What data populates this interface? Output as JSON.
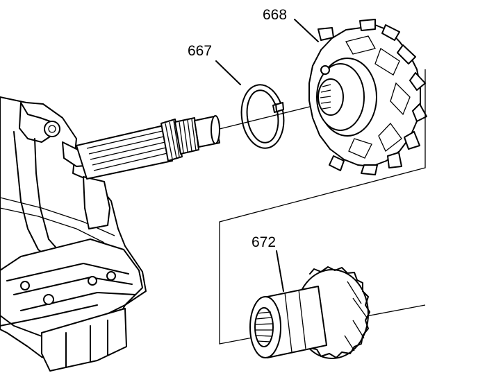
{
  "callouts": {
    "ring": "667",
    "hub": "668",
    "gear": "672"
  }
}
